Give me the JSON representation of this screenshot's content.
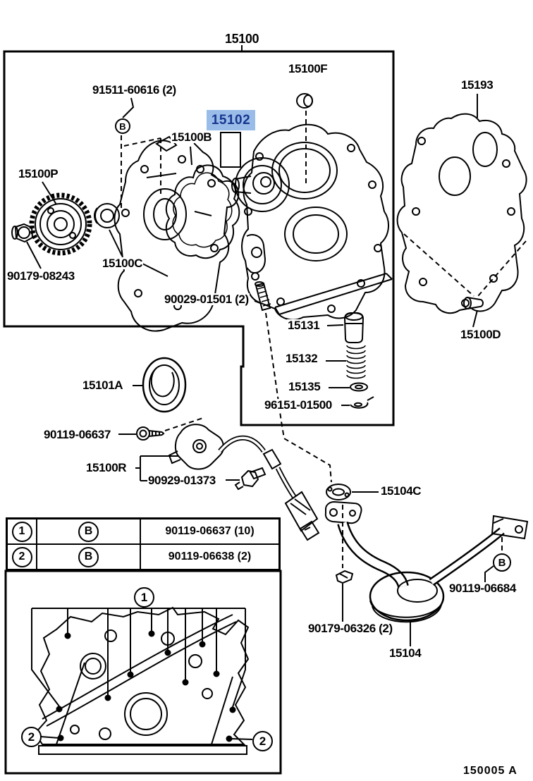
{
  "page": {
    "footer_code": "150005 A"
  },
  "colors": {
    "highlight_bg": "#9abce8",
    "highlight_fg": "#17368f",
    "line": "#000000"
  },
  "labels": {
    "p15100": "15100",
    "p91511_60616": "91511-60616 (2)",
    "p15100F": "15100F",
    "p15193": "15193",
    "p15100B": "15100B",
    "p15102": "15102",
    "p15100P": "15100P",
    "p90179_08243": "90179-08243",
    "p15100C": "15100C",
    "p90029_01501": "90029-01501 (2)",
    "p15100D": "15100D",
    "p15131": "15131",
    "p15132": "15132",
    "p15135": "15135",
    "p96151_01500": "96151-01500",
    "p15101A": "15101A",
    "p90119_06637": "90119-06637",
    "p15100R": "15100R",
    "p90929_01373": "90929-01373",
    "p15104C": "15104C",
    "p90119_06684": "90119-06684",
    "p90179_06326": "90179-06326 (2)",
    "p15104": "15104"
  },
  "symbols": {
    "b": "B",
    "one": "1",
    "two": "2"
  },
  "table": {
    "rows": [
      {
        "num": "1",
        "symbol": "B",
        "part": "90119-06637 (10)"
      },
      {
        "num": "2",
        "symbol": "B",
        "part": "90119-06638 (2)"
      }
    ]
  }
}
